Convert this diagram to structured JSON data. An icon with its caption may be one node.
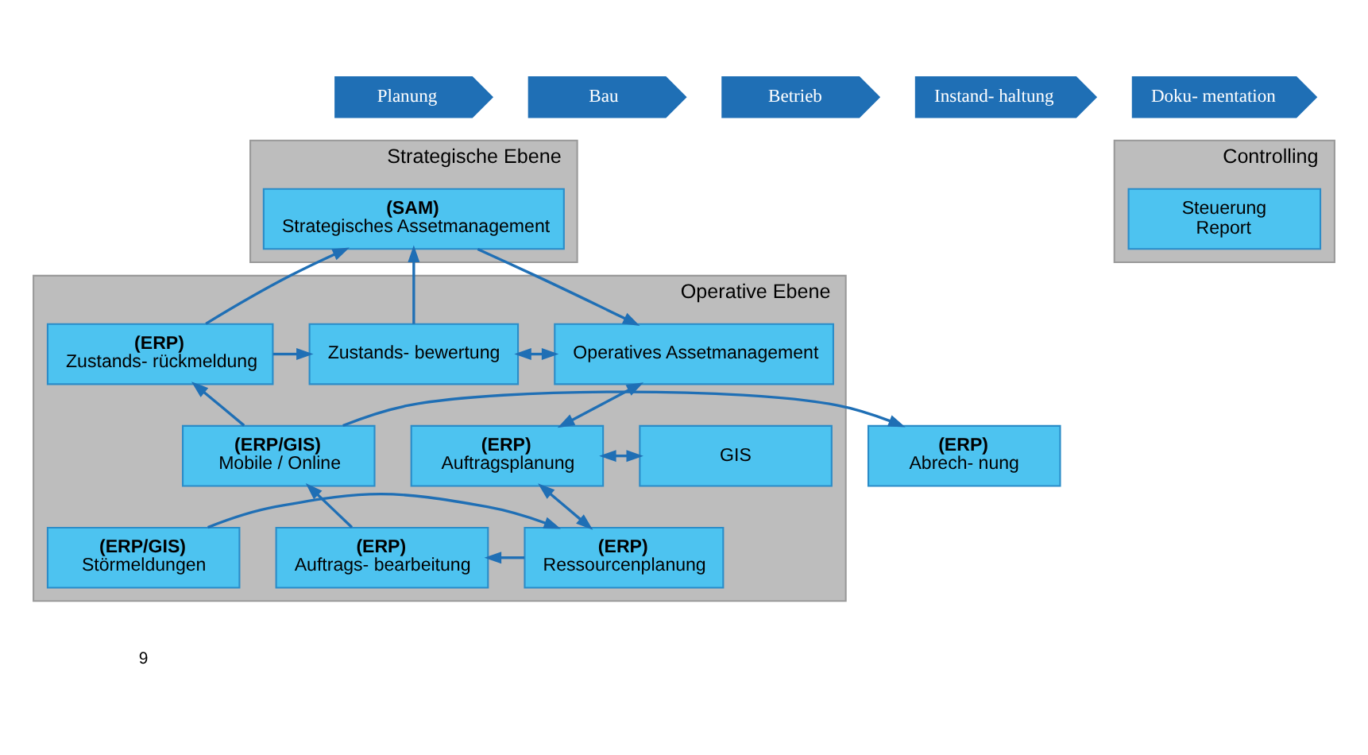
{
  "diagram": {
    "nodes": [
      {
        "text": [
          "Planung"
        ]
      },
      {
        "text": [
          "Bau"
        ]
      },
      {
        "text": [
          "Betrieb"
        ]
      },
      {
        "text": [
          "Instand- haltung"
        ]
      },
      {
        "text": [
          "Doku- mentation"
        ]
      },
      {
        "text": [
          "Strategische Ebene"
        ]
      },
      {
        "text": [
          "(SAM)",
          "Strategisches Assetmanagement"
        ],
        "in": 5
      },
      {
        "text": [
          "Controlling"
        ]
      },
      {
        "text": [
          "Steuerung",
          "Report"
        ],
        "in": 7
      },
      {
        "text": [
          "Operative Ebene"
        ]
      },
      {
        "text": [
          "(ERP)",
          "Zustands- rückmeldung"
        ],
        "in": 9
      },
      {
        "text": [
          "Zustands- bewertung"
        ],
        "in": 9
      },
      {
        "text": [
          "Operatives Assetmanagement"
        ],
        "in": 9
      },
      {
        "text": [
          "(ERP/GIS)",
          "Mobile / Online"
        ],
        "in": 9
      },
      {
        "text": [
          "(ERP)",
          "Auftragsplanung"
        ],
        "in": 9
      },
      {
        "text": [
          "GIS"
        ],
        "in": 9
      },
      {
        "text": [
          "(ERP)",
          "Auftrags- bearbeitung"
        ],
        "in": 9
      },
      {
        "text": [
          "(ERP)",
          "Ressourcenplanung"
        ],
        "in": 9
      },
      {
        "text": [
          "(ERP/GIS)",
          "Störmeldungen"
        ],
        "in": 9
      },
      {
        "text": [
          "(ERP)",
          "Abrech- nung"
        ]
      }
    ],
    "edges": [
      {
        "from": 10,
        "to": 6,
        "arrow": "to"
      },
      {
        "from": 11,
        "to": 6,
        "arrow": "to"
      },
      {
        "from": 6,
        "to": 12,
        "arrow": "to"
      },
      {
        "from": 10,
        "to": 11,
        "arrow": "to"
      },
      {
        "from": 11,
        "to": 12,
        "arrow": "both"
      },
      {
        "from": 12,
        "to": 14,
        "arrow": "both"
      },
      {
        "from": 13,
        "to": 10,
        "arrow": "to"
      },
      {
        "from": 14,
        "to": 15,
        "arrow": "both"
      },
      {
        "from": 14,
        "to": 17,
        "arrow": "both"
      },
      {
        "from": 17,
        "to": 16,
        "arrow": "to"
      },
      {
        "from": 18,
        "to": 17,
        "arrow": "to"
      },
      {
        "from": 16,
        "to": 13,
        "arrow": "to"
      },
      {
        "from": 13,
        "to": 19,
        "arrow": "to"
      }
    ],
    "labels": [
      "9"
    ]
  }
}
